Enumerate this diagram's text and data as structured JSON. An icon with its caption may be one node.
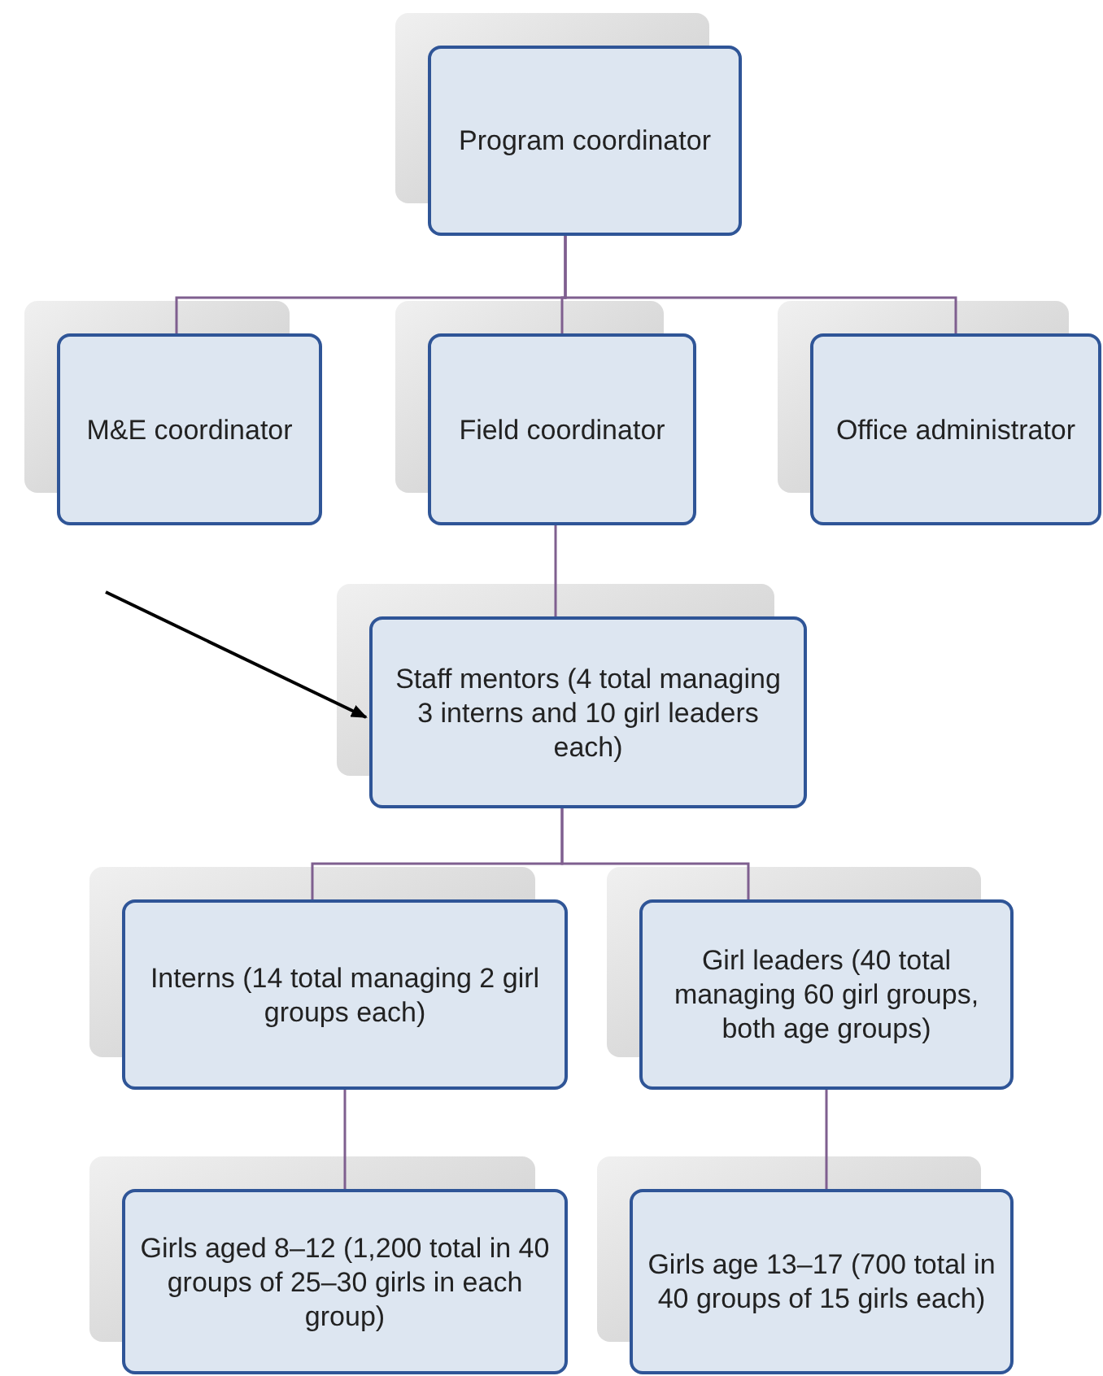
{
  "diagram": {
    "nodes": [
      {
        "text": [
          "Program coordinator"
        ]
      },
      {
        "text": [
          "M&E coordinator"
        ]
      },
      {
        "text": [
          "Field coordinator"
        ]
      },
      {
        "text": [
          "Office administrator"
        ]
      },
      {
        "text": [
          "Staff mentors (4 total managing 3 interns and 10 girl leaders each)"
        ]
      },
      {
        "text": [
          "Interns (14 total managing 2 girl groups each)"
        ]
      },
      {
        "text": [
          "Girl leaders (40 total managing 60 girl groups, both age groups)"
        ]
      },
      {
        "text": [
          "Girls aged 8–12 (1,200 total in 40 groups of 25–30 girls in each group)"
        ]
      },
      {
        "text": [
          "Girls age 13–17 (700 total in 40 groups of 15 girls each)"
        ]
      }
    ],
    "edges": [
      {
        "from": 0,
        "to": 1,
        "arrow": "none"
      },
      {
        "from": 0,
        "to": 2,
        "arrow": "none"
      },
      {
        "from": 0,
        "to": 3,
        "arrow": "none"
      },
      {
        "from": 2,
        "to": 4,
        "arrow": "none"
      },
      {
        "from": 4,
        "to": 5,
        "arrow": "none"
      },
      {
        "from": 4,
        "to": 6,
        "arrow": "none"
      },
      {
        "from": 5,
        "to": 7,
        "arrow": "none"
      },
      {
        "from": 6,
        "to": 8,
        "arrow": "none"
      },
      {
        "from": null,
        "to": 4,
        "arrow": "to",
        "color": "#000000"
      }
    ]
  }
}
